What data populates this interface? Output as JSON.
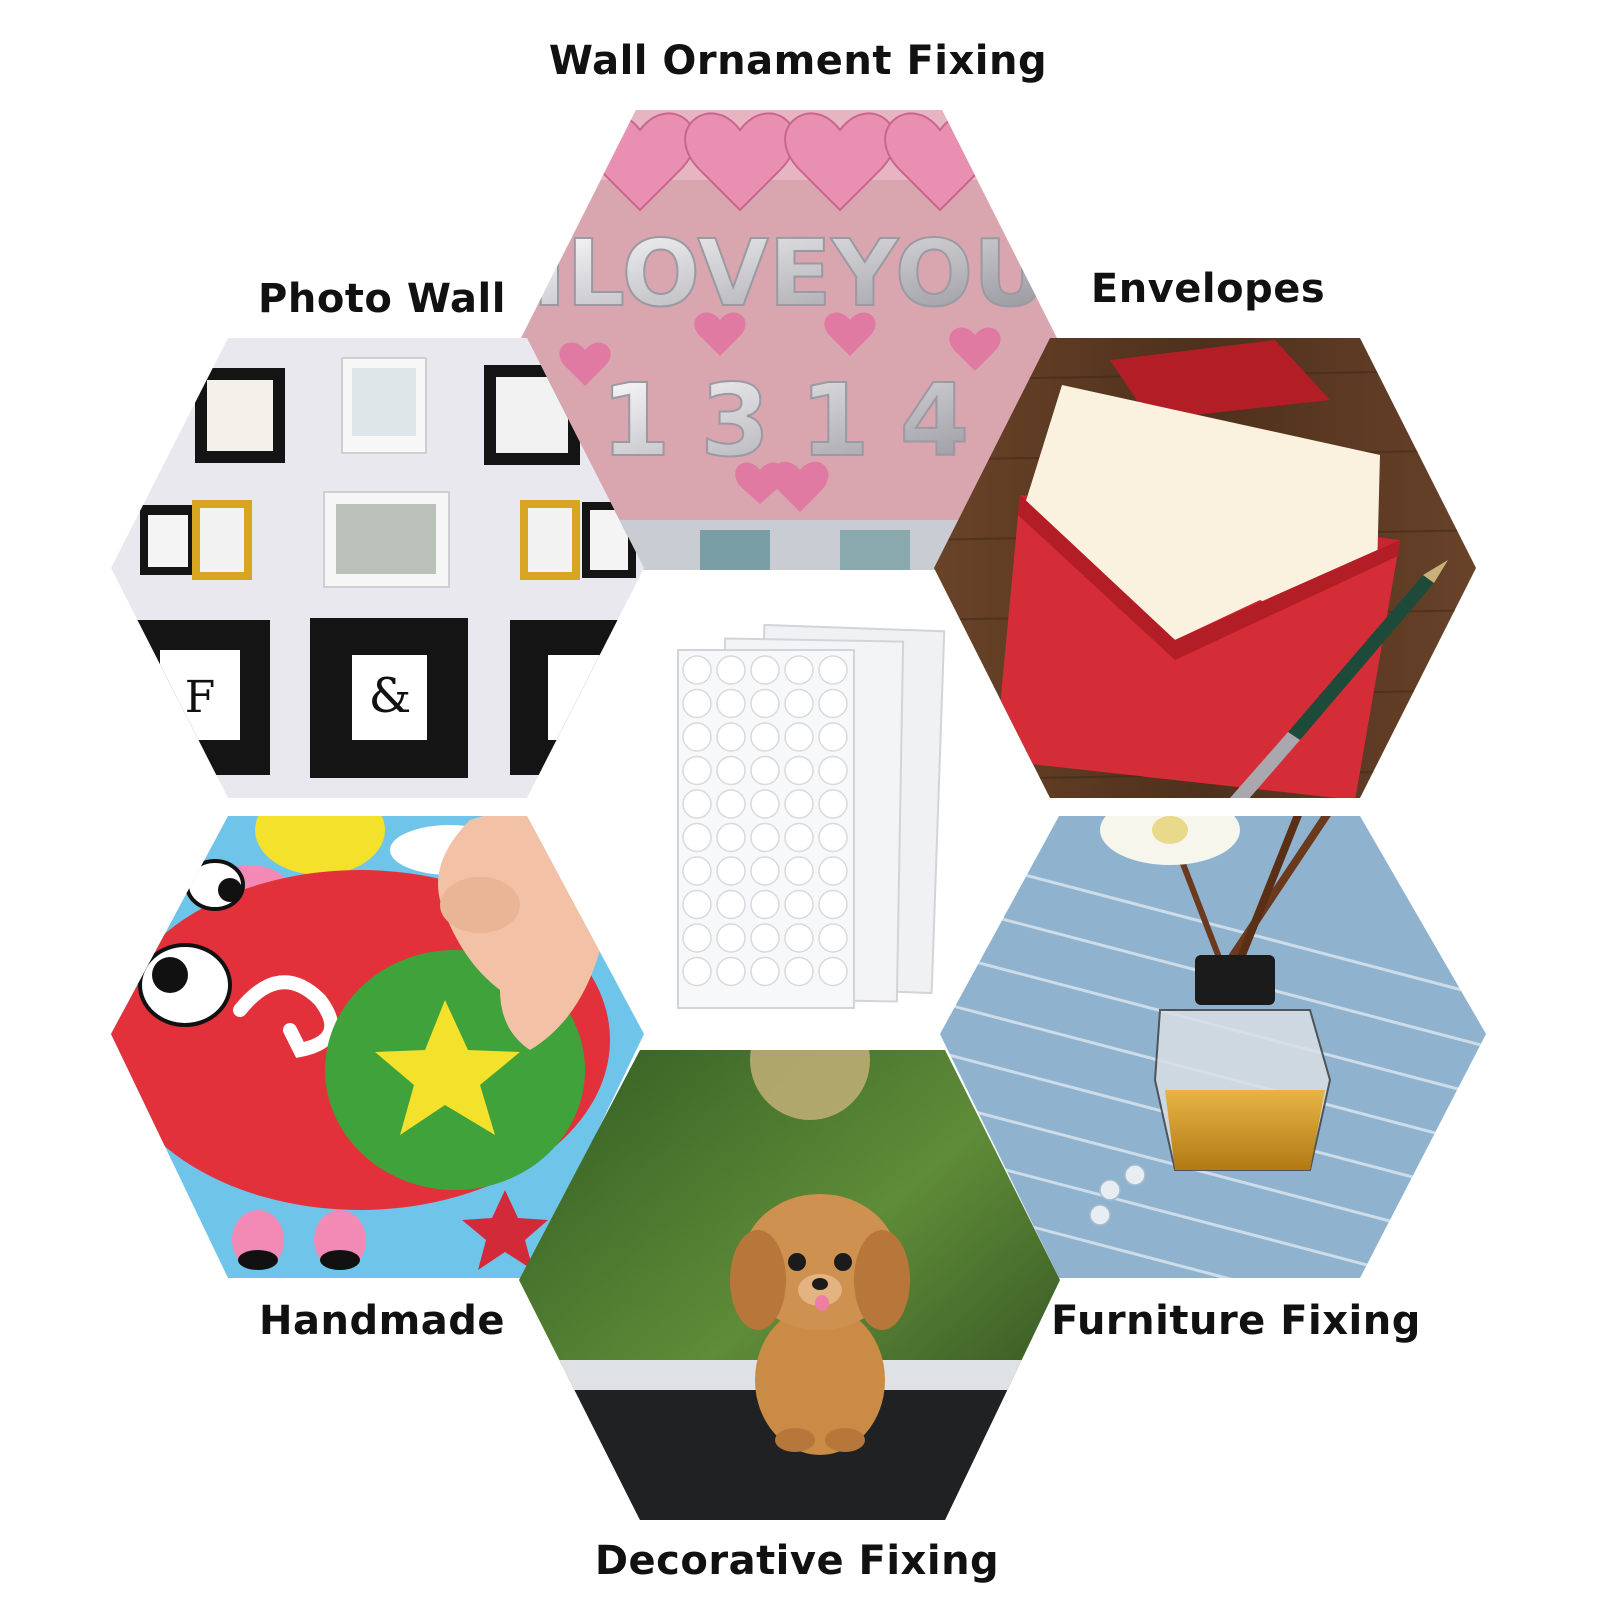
{
  "labels": {
    "wall_ornament": "Wall Ornament Fixing",
    "photo_wall": "Photo Wall",
    "envelopes": "Envelopes",
    "handmade": "Handmade",
    "furniture": "Furniture Fixing",
    "decorative": "Decorative Fixing"
  },
  "balloon_text": {
    "letters": "ILOVEYOU",
    "numbers": "1314"
  },
  "colors": {
    "label_text": "#111111",
    "balloon_pink": "#e98fb2",
    "wall_pink": "#d9a6b0",
    "envelope_red": "#c9252f",
    "wood_brown": "#5a3a22",
    "foam_red": "#e2313b",
    "foam_yellow": "#f3e12b",
    "foam_green": "#3fa23a",
    "sky_blue": "#6fc4ea",
    "table_blue": "#8fb2cf",
    "dot_white": "#f4f4f4"
  },
  "icons": [
    "adhesive-dots-sheet-icon",
    "pen-icon",
    "diffuser-bottle-icon",
    "dog-figurine-icon"
  ]
}
